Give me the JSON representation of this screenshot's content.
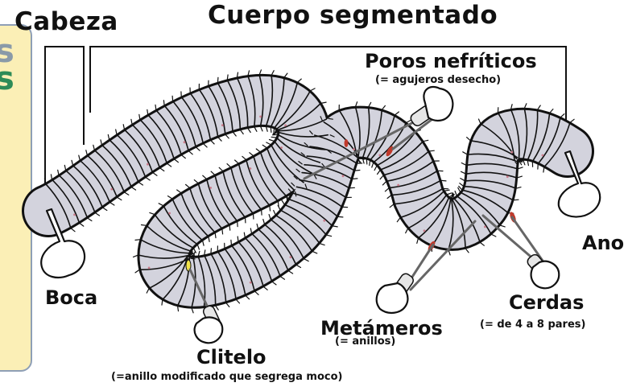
{
  "labels": {
    "cabeza": "Cabeza",
    "cuerpo": "Cuerpo segmentado",
    "poros": "Poros nefríticos",
    "poros_note": "(= agujeros desecho)",
    "ano": "Ano",
    "boca": "Boca",
    "cerdas": "Cerdas",
    "cerdas_note": "(= de 4 a 8 pares)",
    "metameros": "Metámeros",
    "metameros_note": "(= anillos)",
    "clitelo": "Clitelo",
    "clitelo_note": "(=anillo modificado que segrega moco)"
  },
  "colors": {
    "worm_fill": "#d3d3dd",
    "outline": "#111111",
    "panel_fill": "#fbefb6",
    "panel_border": "#8e9fb6",
    "pore_red": "#c0392b",
    "clitellum_yellow": "#f2e34a",
    "pointer_gray": "#666666",
    "side_letter_gray": "#8a9aa8",
    "side_letter_green": "#2e8b57"
  },
  "side_letters": [
    "s",
    "s"
  ]
}
